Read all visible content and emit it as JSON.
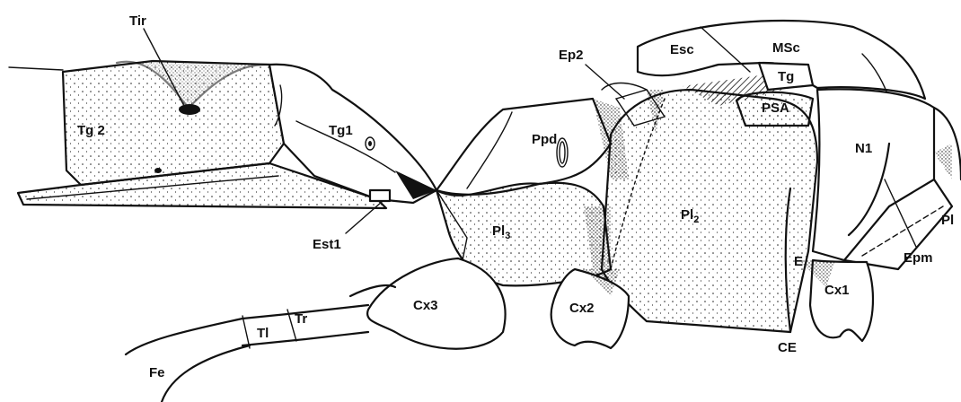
{
  "labels": {
    "tir": "Tir",
    "tg2": "Tg 2",
    "tg1": "Tg1",
    "est1": "Est1",
    "ppd": "Ppd",
    "pl3_main": "Pl",
    "pl3_sub": "3",
    "pl2_main": "Pl",
    "pl2_sub": "2",
    "ep2": "Ep2",
    "esc": "Esc",
    "msc": "MSc",
    "tg": "Tg",
    "psa": "PSA",
    "n1": "N1",
    "e": "E",
    "cx1": "Cx1",
    "cx2": "Cx2",
    "cx3": "Cx3",
    "ce": "CE",
    "epm": "Epm",
    "pl_edge": "Pl",
    "tr": "Tr",
    "ti": "Tl",
    "fe": "Fe"
  }
}
